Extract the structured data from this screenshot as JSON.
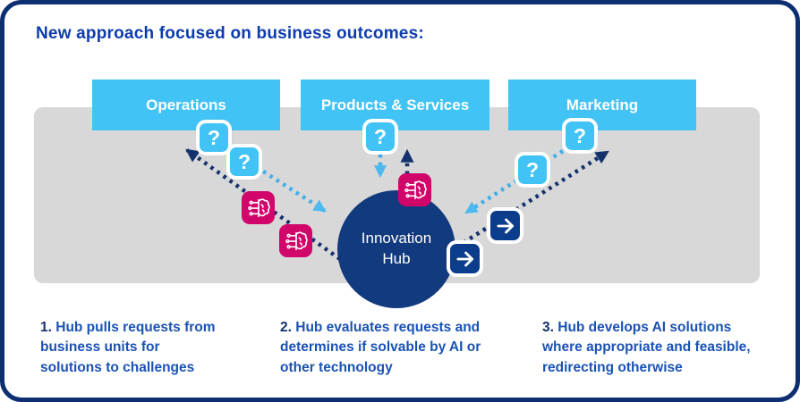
{
  "title": "New approach focused on business outcomes:",
  "departments": [
    {
      "label": "Operations"
    },
    {
      "label": "Products & Services"
    },
    {
      "label": "Marketing"
    }
  ],
  "hub": {
    "line1": "Innovation",
    "line2": "Hub"
  },
  "steps": [
    {
      "number": "1.",
      "text": "Hub pulls requests from business units for solutions to challenges"
    },
    {
      "number": "2.",
      "text": "Hub evaluates requests and determines if solvable by AI or other technology"
    },
    {
      "number": "3.",
      "text": "Hub develops AI solutions where appropriate and feasible, redirecting otherwise"
    }
  ],
  "icons": {
    "question": "?",
    "arrow_right": "→",
    "ai_chip": "brain-circuit"
  },
  "colors": {
    "frame_border": "#0d2f72",
    "title_text": "#0e3cae",
    "department_box": "#41c3f5",
    "panel_gray": "#d8d8d8",
    "hub_navy": "#123a7e",
    "navy_arrow": "#14316e",
    "light_blue_arrow": "#41b0e8",
    "ai_magenta": "#d1066b",
    "go_square_navy": "#0c3d8c",
    "step_text": "#1a52b4",
    "step_number": "#14316e"
  }
}
